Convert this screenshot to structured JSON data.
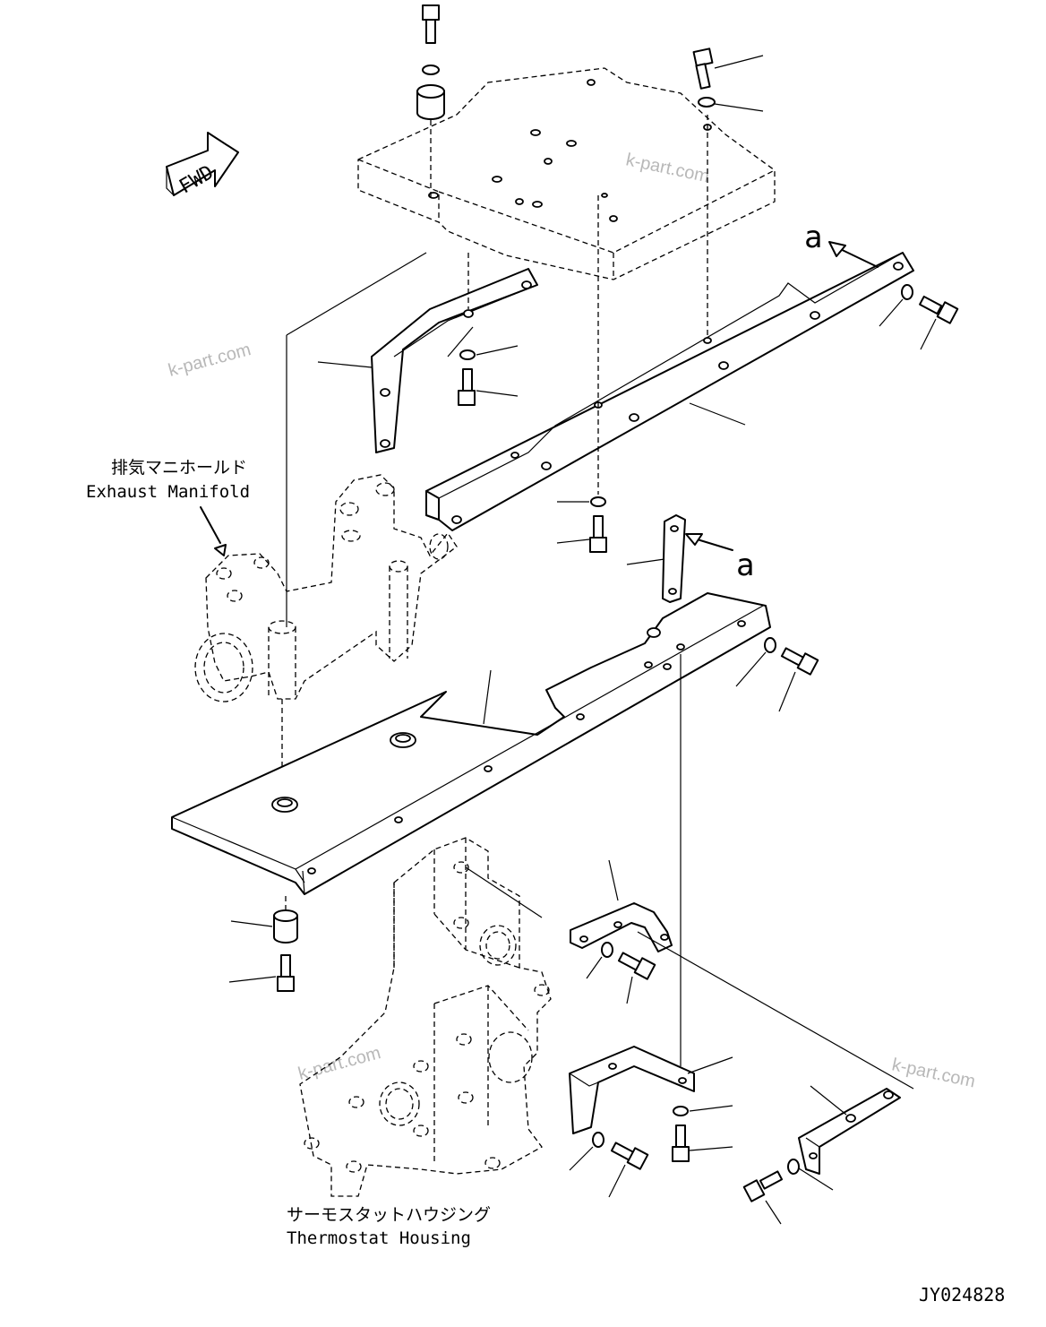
{
  "diagram": {
    "fwd_label": "FWD",
    "view_marker": "a",
    "labels": {
      "exhaust_manifold_jp": "排気マニホールド",
      "exhaust_manifold_en": "Exhaust Manifold",
      "thermostat_housing_jp": "サーモスタットハウジング",
      "thermostat_housing_en": "Thermostat Housing"
    },
    "watermark": "k-part.com",
    "drawing_number": "JY024828"
  }
}
